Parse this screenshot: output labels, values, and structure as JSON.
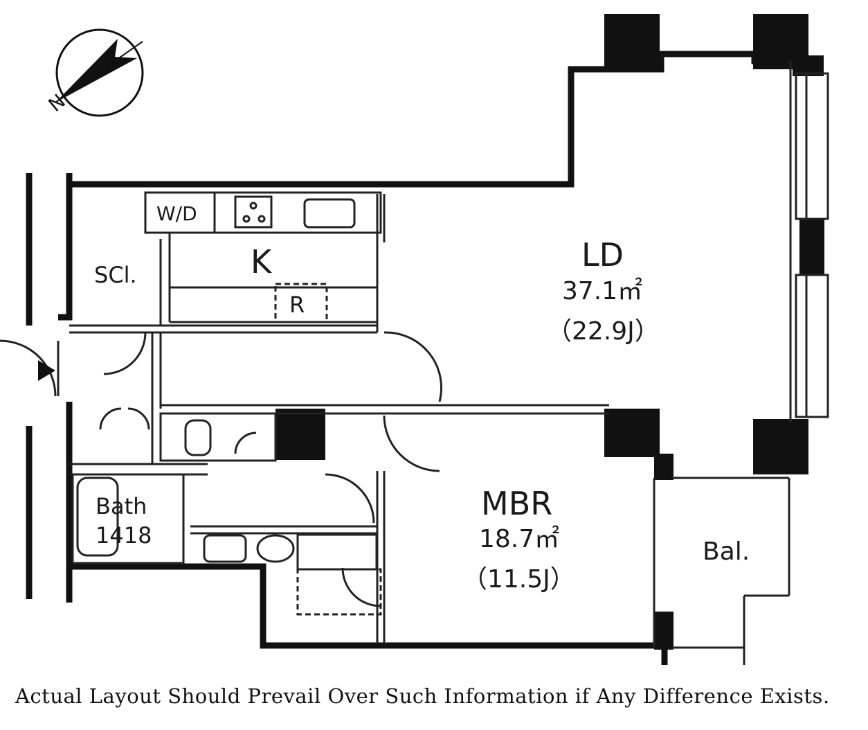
{
  "rooms": {
    "ld": {
      "name": "LD",
      "area": "37.1㎡",
      "jo": "（22.9J）"
    },
    "mbr": {
      "name": "MBR",
      "area": "18.7㎡",
      "jo": "（11.5J）"
    },
    "kitchen": {
      "name": "K"
    },
    "refrigerator": {
      "name": "R"
    },
    "closet": {
      "name": "SCl."
    },
    "washer_dryer": {
      "name": "W/D"
    },
    "bath": {
      "name": "Bath",
      "size": "1418"
    },
    "balcony": {
      "name": "Bal."
    }
  },
  "compass": {
    "label": "N",
    "icon": "north-arrow-icon"
  },
  "entrance": {
    "icon": "entrance-arrow-icon"
  },
  "disclaimer": "Actual Layout Should Prevail Over Such Information if Any Difference Exists.",
  "colors": {
    "wall": "#111111",
    "line": "#222222",
    "background": "#ffffff"
  }
}
